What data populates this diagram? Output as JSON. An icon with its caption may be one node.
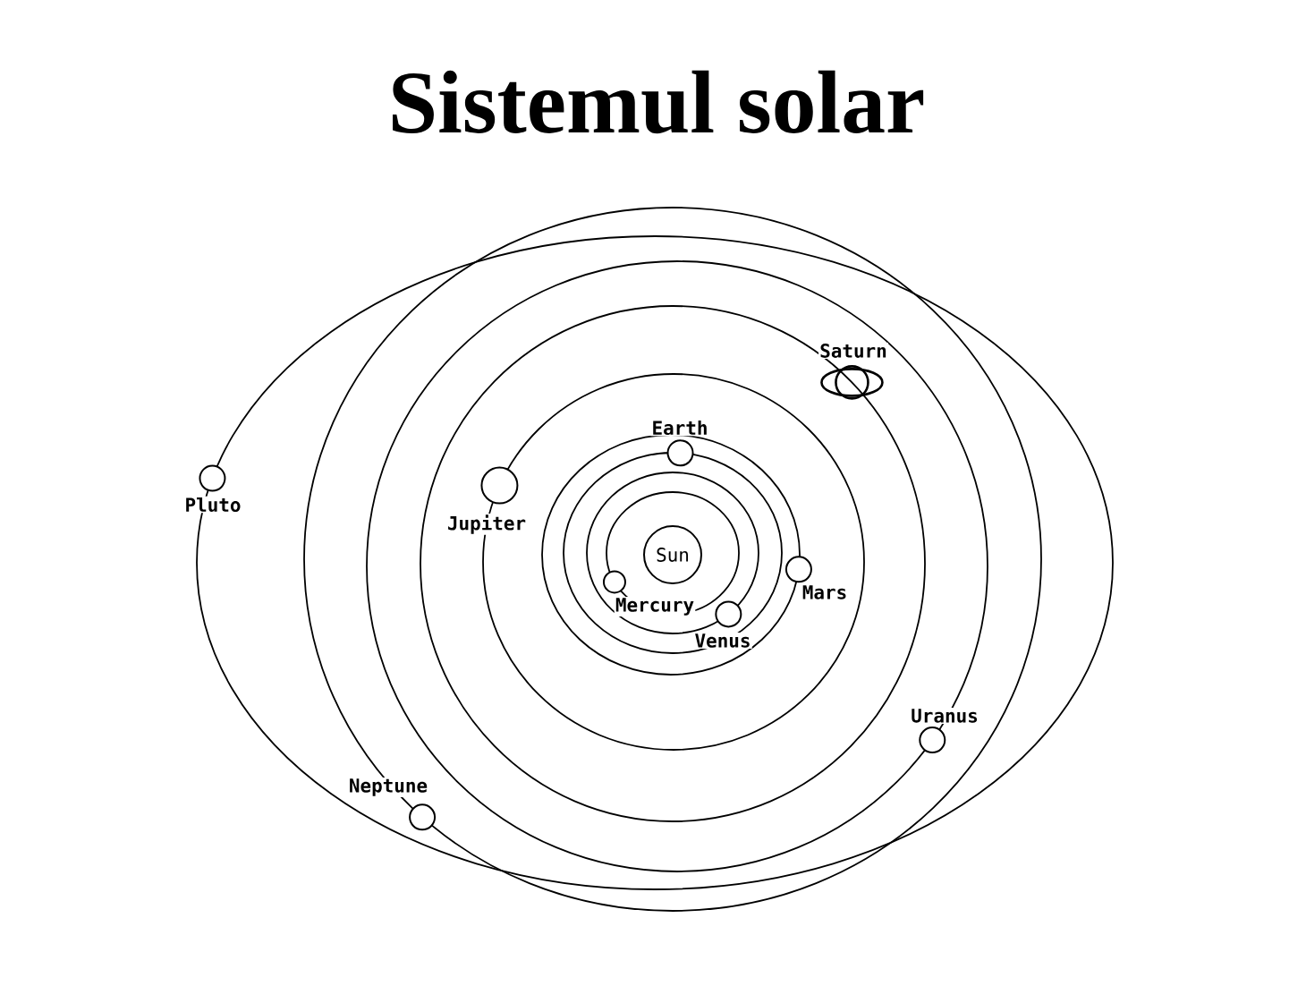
{
  "diagram": {
    "title": "Sistemul solar",
    "nodes": [
      {
        "text": [
          "Sun"
        ]
      },
      {
        "text": [],
        "shape": "circle",
        "beside": [
          "Mercury"
        ]
      },
      {
        "text": [],
        "shape": "circle",
        "beside": [
          "Venus"
        ]
      },
      {
        "text": [],
        "shape": "circle",
        "beside": [
          "Earth"
        ]
      },
      {
        "text": [],
        "shape": "circle",
        "beside": [
          "Mars"
        ]
      },
      {
        "text": [],
        "shape": "circle",
        "beside": [
          "Jupiter"
        ]
      },
      {
        "text": [],
        "shape": "circle",
        "beside": [
          "Saturn"
        ]
      },
      {
        "text": [],
        "shape": "circle",
        "beside": [
          "Uranus"
        ]
      },
      {
        "text": [],
        "shape": "circle",
        "beside": [
          "Neptune"
        ]
      },
      {
        "text": [],
        "shape": "circle",
        "beside": [
          "Pluto"
        ]
      }
    ]
  }
}
